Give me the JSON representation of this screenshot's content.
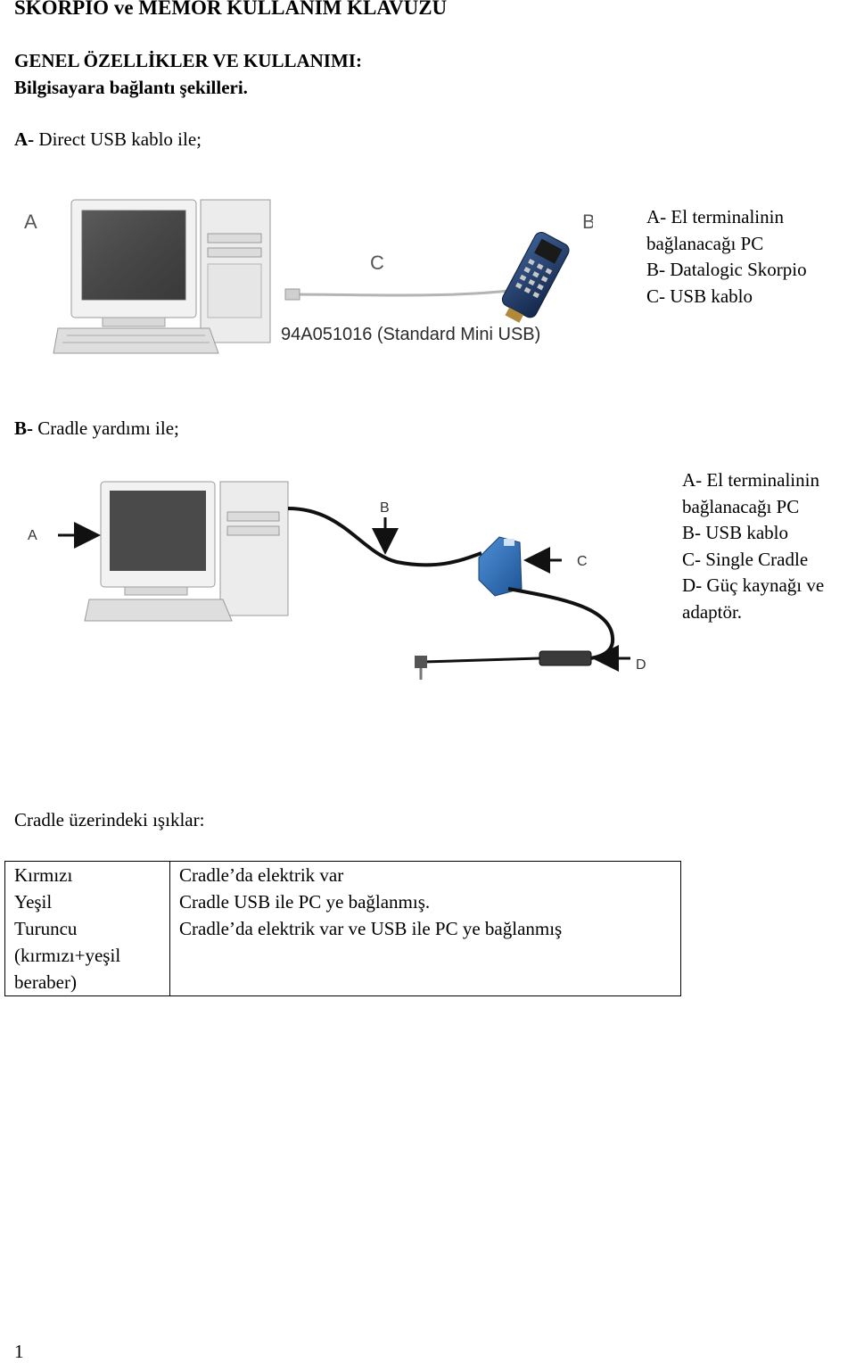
{
  "document": {
    "title": "SKORPIO ve MEMOR KULLANIM KLAVUZU",
    "section_heading": "GENEL ÖZELLİKLER VE KULLANIMI:",
    "section_subheading": "Bilgisayara bağlantı şekilleri.",
    "page_number": "1"
  },
  "connection_a": {
    "prefix": "A-",
    "text": " Direct USB kablo ile;",
    "figure_labels": {
      "a": "A",
      "b": "B",
      "c": "C"
    },
    "cable_caption": "94A051016 (Standard Mini USB)",
    "legend": [
      "A- El terminalinin",
      "bağlanacağı PC",
      "B- Datalogic Skorpio",
      "C- USB kablo"
    ]
  },
  "connection_b": {
    "prefix": "B-",
    "text": " Cradle yardımı ile;",
    "figure_labels": {
      "a": "A",
      "b": "B",
      "c": "C",
      "d": "D"
    },
    "legend": [
      "A- El terminalinin",
      "bağlanacağı PC",
      "B- USB kablo",
      "C- Single Cradle",
      "D- Güç kaynağı ve",
      "adaptör."
    ]
  },
  "lights": {
    "heading": "Cradle üzerindeki ışıklar:",
    "rows": [
      {
        "color_lines": [
          "Kırmızı"
        ],
        "meaning": "Cradle’da elektrik var"
      },
      {
        "color_lines": [
          "Yeşil"
        ],
        "meaning": "Cradle USB ile PC ye bağlanmış."
      },
      {
        "color_lines": [
          "Turuncu",
          "(kırmızı+yeşil",
          "beraber)"
        ],
        "meaning": "Cradle’da elektrik var ve USB ile PC ye bağlanmış"
      }
    ]
  },
  "colors": {
    "text": "#000000",
    "terminal_body": "#1f3f70",
    "cradle_body": "#2e6fb8",
    "monitor_screen": "#4a4a4a"
  }
}
